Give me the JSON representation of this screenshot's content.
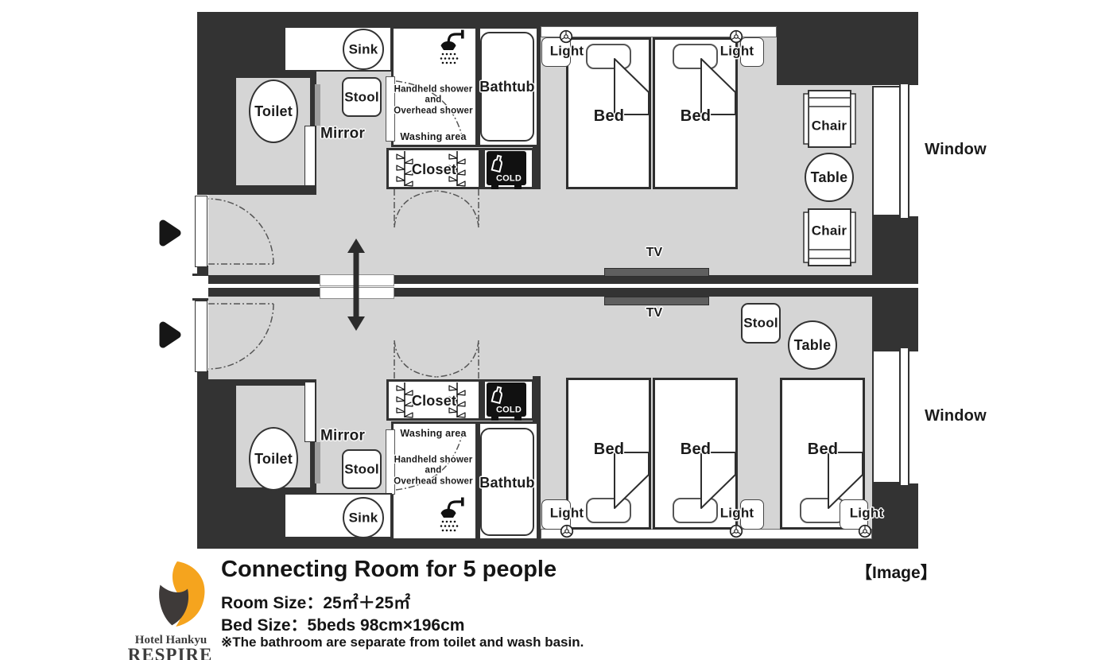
{
  "plan": {
    "labels": {
      "sink": "Sink",
      "stool": "Stool",
      "toilet": "Toilet",
      "mirror": "Mirror",
      "shower_line1": "Handheld shower",
      "shower_line2": "and",
      "shower_line3": "Overhead shower",
      "washing_area": "Washing area",
      "bathtub": "Bathtub",
      "closet": "Closet",
      "cold": "COLD",
      "bed": "Bed",
      "light": "Light",
      "chair": "Chair",
      "table": "Table",
      "tv": "TV",
      "window": "Window"
    },
    "colors": {
      "wall": "#333333",
      "floor": "#d5d5d5",
      "tv_unit": "#5f5f5f",
      "mirror_strip": "#9e9e9e",
      "cold_unit": "#111111"
    }
  },
  "caption": {
    "title": "Connecting Room for 5 people",
    "room_size": "Room Size：25㎡＋25㎡",
    "bed_size": "Bed Size：5beds 98cm×196cm",
    "note": "※The bathroom are separate from toilet and wash basin.",
    "image_tag": "【Image】"
  },
  "logo": {
    "hotel": "Hotel Hankyu",
    "brand": "RESPIRE",
    "orange": "#F5A41E",
    "gray": "#3E3A39"
  }
}
